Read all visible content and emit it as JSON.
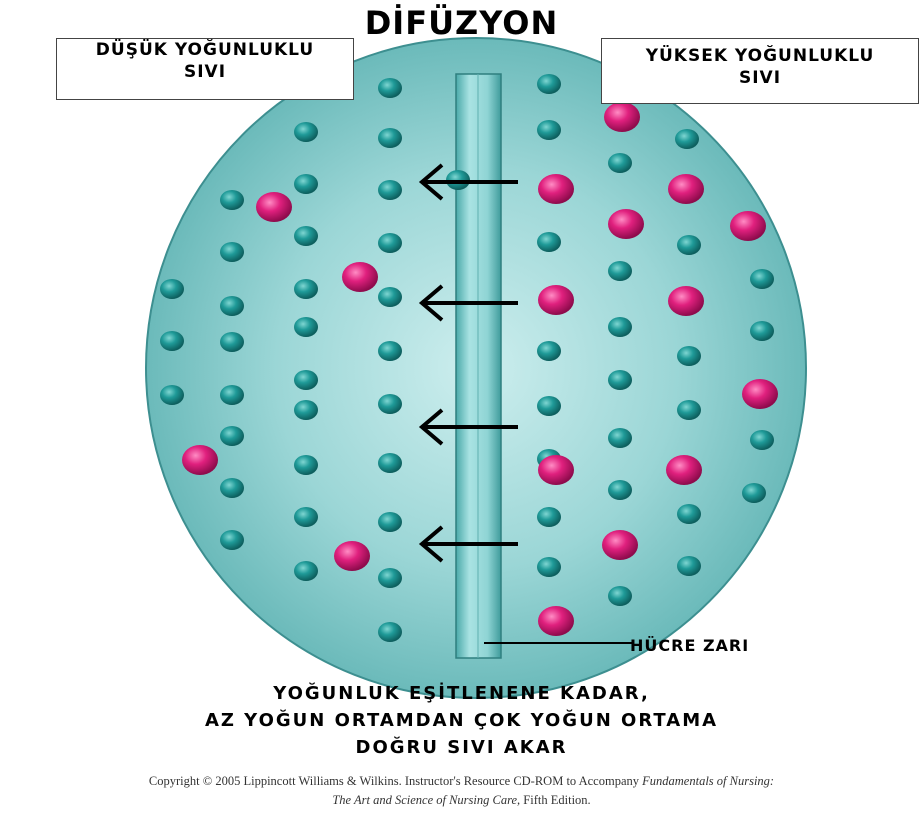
{
  "title": "DİFÜZYON",
  "low_label": {
    "line1": "DÜŞÜK YOĞUNLUKLU",
    "line2": "SIVI"
  },
  "high_label": {
    "line1": "YÜKSEK YOĞUNLUKLU",
    "line2": "SIVI"
  },
  "membrane_label": "HÜCRE ZARI",
  "caption": {
    "line1": "YOĞUNLUK EŞİTLENENE KADAR,",
    "line2": "AZ YOĞUN ORTAMDAN ÇOK YOĞUN ORTAMA",
    "line3": "DOĞRU SIVI AKAR"
  },
  "copyright": {
    "part1": "Copyright ©  2005 Lippincott Williams & Wilkins. Instructor's Resource CD-ROM to Accompany ",
    "part1_italic": "Fundamentals of Nursing:",
    "part2_italic": "The Art and Science of Nursing Care,",
    "part2": " Fifth Edition."
  },
  "colors": {
    "circle_fill": "#8fd0d0",
    "circle_edge": "#3d8f90",
    "teal_particle": "#1f9a98",
    "magenta_particle": "#e0207e",
    "membrane": "#6cc3c3"
  },
  "arrow_count": 4
}
